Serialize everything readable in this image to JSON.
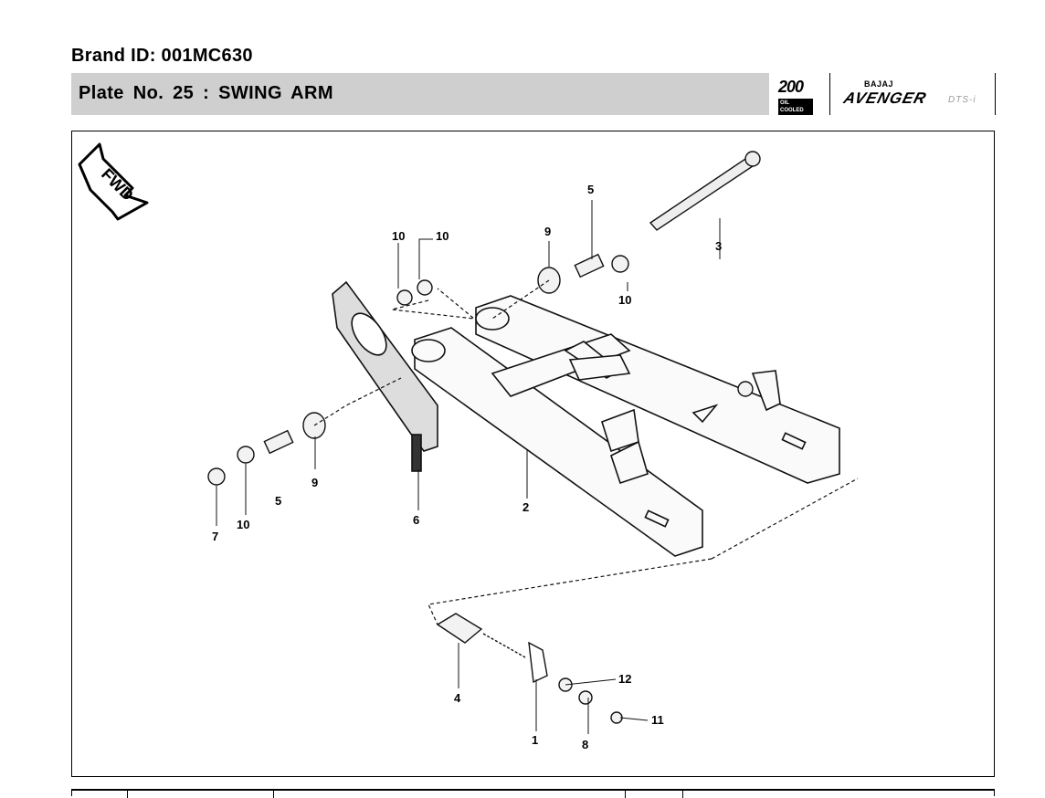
{
  "header": {
    "brand_id": "Brand  ID: 001MC630",
    "plate_title": "Plate No.  25 : SWING ARM"
  },
  "logo": {
    "engine_size": "200",
    "engine_sub": "OIL COOLED",
    "maker": "BAJAJ",
    "model": "AVENGER",
    "variant": "DTS-i"
  },
  "diagram": {
    "fwd_label": "FWD",
    "callouts": [
      "10",
      "10",
      "9",
      "5",
      "3",
      "10",
      "9",
      "5",
      "10",
      "7",
      "6",
      "2",
      "4",
      "1",
      "12",
      "8",
      "11"
    ]
  }
}
